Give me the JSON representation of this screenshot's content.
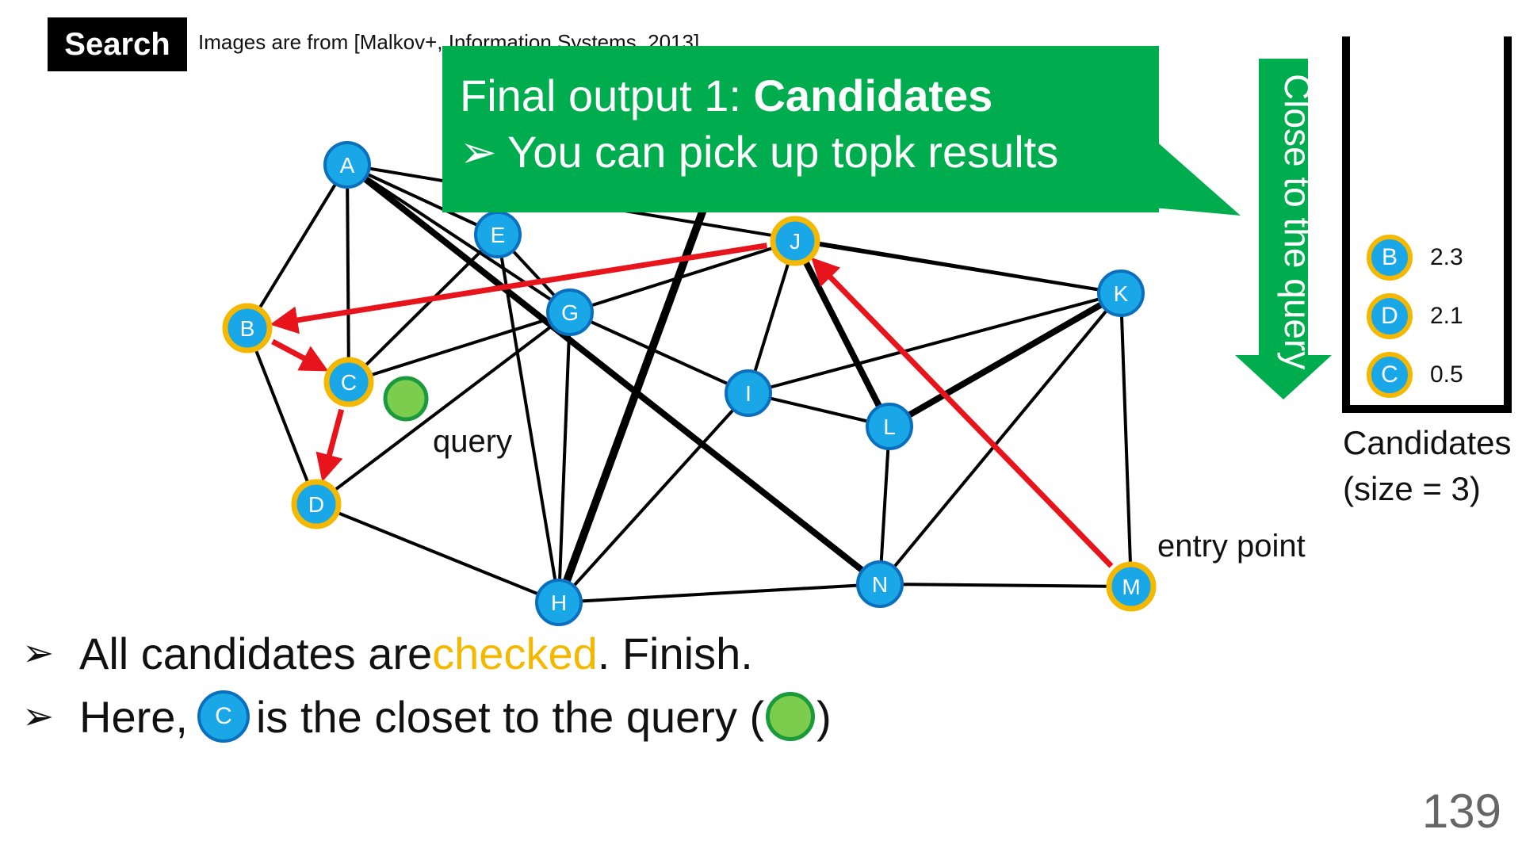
{
  "header": {
    "section_label": "Search",
    "citation": "Images are from [Malkov+, Information Systems, 2013]"
  },
  "callout": {
    "line1_prefix": "Final output 1: ",
    "line1_bold": "Candidates",
    "bullet_glyph": "➢",
    "line2": "You can pick up topk results"
  },
  "sidebar": {
    "direction_label": "Close to the query",
    "candidates": [
      {
        "node": "B",
        "value": "2.3"
      },
      {
        "node": "D",
        "value": "2.1"
      },
      {
        "node": "C",
        "value": "0.5"
      }
    ],
    "caption_line1": "Candidates",
    "caption_line2": "(size = 3)"
  },
  "graph": {
    "labels": {
      "query": "query",
      "entry_point": "entry point"
    },
    "nodes": [
      {
        "id": "A",
        "candidate": false
      },
      {
        "id": "B",
        "candidate": true
      },
      {
        "id": "C",
        "candidate": true
      },
      {
        "id": "D",
        "candidate": true
      },
      {
        "id": "E",
        "candidate": false
      },
      {
        "id": "G",
        "candidate": false
      },
      {
        "id": "H",
        "candidate": false
      },
      {
        "id": "I",
        "candidate": false
      },
      {
        "id": "J",
        "candidate": true
      },
      {
        "id": "K",
        "candidate": false
      },
      {
        "id": "L",
        "candidate": false
      },
      {
        "id": "M",
        "candidate": true
      },
      {
        "id": "N",
        "candidate": false
      }
    ],
    "edges": [
      [
        "A",
        "B"
      ],
      [
        "A",
        "C"
      ],
      [
        "A",
        "E"
      ],
      [
        "A",
        "G"
      ],
      [
        "B",
        "D"
      ],
      [
        "C",
        "E"
      ],
      [
        "C",
        "G"
      ],
      [
        "D",
        "G"
      ],
      [
        "D",
        "H"
      ],
      [
        "E",
        "G"
      ],
      [
        "E",
        "H"
      ],
      [
        "G",
        "H"
      ],
      [
        "G",
        "I"
      ],
      [
        "G",
        "J"
      ],
      [
        "H",
        "I"
      ],
      [
        "H",
        "N"
      ],
      [
        "I",
        "J"
      ],
      [
        "I",
        "K"
      ],
      [
        "I",
        "L"
      ],
      [
        "J",
        "K"
      ],
      [
        "K",
        "N"
      ],
      [
        "K",
        "M"
      ],
      [
        "L",
        "N"
      ],
      [
        "M",
        "N"
      ],
      [
        "A",
        "K"
      ]
    ],
    "bold_edges": [
      [
        "A",
        "N"
      ],
      [
        "J",
        "L"
      ],
      [
        "L",
        "K"
      ]
    ],
    "search_path": [
      [
        "M",
        "J"
      ],
      [
        "J",
        "B"
      ],
      [
        "B",
        "C"
      ],
      [
        "C",
        "D"
      ]
    ],
    "colors": {
      "node_fill": "#1aa7e8",
      "node_border": "#0a6fbd",
      "candidate_border": "#f5b800",
      "query_fill": "#7ccc4d",
      "path": "#e8141b",
      "callout": "#00ad4e"
    }
  },
  "bullets": {
    "glyph": "➢",
    "line1_before": "All candidates are ",
    "line1_highlight": "checked",
    "line1_after": ". Finish.",
    "line2_before": "Here,",
    "line2_node": "C",
    "line2_middle": "is the closet to the query (",
    "line2_after": ")"
  },
  "page_number": "139"
}
